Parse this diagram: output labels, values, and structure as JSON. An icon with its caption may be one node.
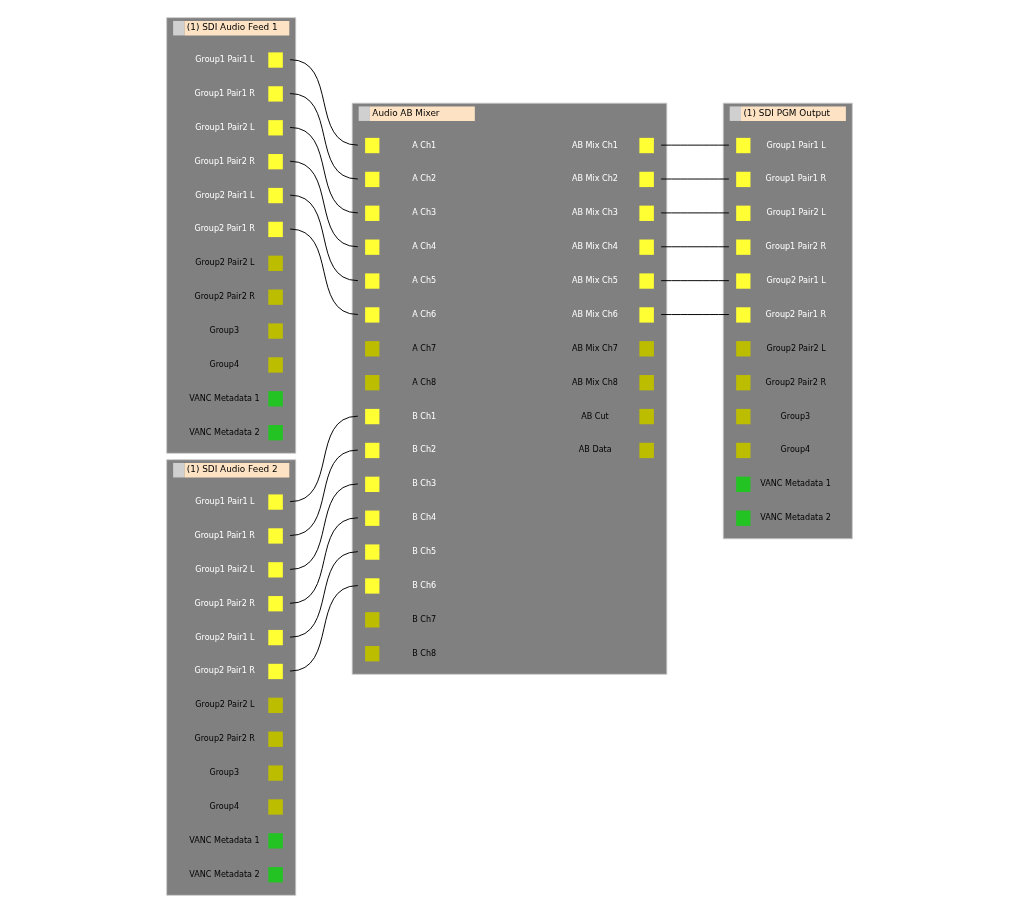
{
  "diagram": {
    "nodes": [
      {
        "text": [
          "(1) SDI Audio Feed 1"
        ]
      },
      {
        "text": [
          "Group1 Pair1 L"
        ],
        "in": 0
      },
      {
        "text": [
          "Group1 Pair1 R"
        ],
        "in": 0
      },
      {
        "text": [
          "Group1 Pair2 L"
        ],
        "in": 0
      },
      {
        "text": [
          "Group1 Pair2 R"
        ],
        "in": 0
      },
      {
        "text": [
          "Group2 Pair1 L"
        ],
        "in": 0
      },
      {
        "text": [
          "Group2 Pair1 R"
        ],
        "in": 0
      },
      {
        "text": [
          "Group2 Pair2 L"
        ],
        "in": 0
      },
      {
        "text": [
          "Group2 Pair2 R"
        ],
        "in": 0
      },
      {
        "text": [
          "Group3"
        ],
        "in": 0
      },
      {
        "text": [
          "Group4"
        ],
        "in": 0
      },
      {
        "text": [
          "VANC Metadata 1"
        ],
        "in": 0
      },
      {
        "text": [
          "VANC Metadata 2"
        ],
        "in": 0
      },
      {
        "text": [
          "(1) SDI Audio Feed 2"
        ]
      },
      {
        "text": [
          "Group1 Pair1 L"
        ],
        "in": 13
      },
      {
        "text": [
          "Group1 Pair1 R"
        ],
        "in": 13
      },
      {
        "text": [
          "Group1 Pair2 L"
        ],
        "in": 13
      },
      {
        "text": [
          "Group1 Pair2 R"
        ],
        "in": 13
      },
      {
        "text": [
          "Group2 Pair1 L"
        ],
        "in": 13
      },
      {
        "text": [
          "Group2 Pair1 R"
        ],
        "in": 13
      },
      {
        "text": [
          "Group2 Pair2 L"
        ],
        "in": 13
      },
      {
        "text": [
          "Group2 Pair2 R"
        ],
        "in": 13
      },
      {
        "text": [
          "Group3"
        ],
        "in": 13
      },
      {
        "text": [
          "Group4"
        ],
        "in": 13
      },
      {
        "text": [
          "VANC Metadata 1"
        ],
        "in": 13
      },
      {
        "text": [
          "VANC Metadata 2"
        ],
        "in": 13
      },
      {
        "text": [
          "Audio AB Mixer"
        ]
      },
      {
        "text": [
          "A Ch1"
        ],
        "in": 26
      },
      {
        "text": [
          "A Ch2"
        ],
        "in": 26
      },
      {
        "text": [
          "A Ch3"
        ],
        "in": 26
      },
      {
        "text": [
          "A Ch4"
        ],
        "in": 26
      },
      {
        "text": [
          "A Ch5"
        ],
        "in": 26
      },
      {
        "text": [
          "A Ch6"
        ],
        "in": 26
      },
      {
        "text": [
          "A Ch7"
        ],
        "in": 26
      },
      {
        "text": [
          "A Ch8"
        ],
        "in": 26
      },
      {
        "text": [
          "B Ch1"
        ],
        "in": 26
      },
      {
        "text": [
          "B Ch2"
        ],
        "in": 26
      },
      {
        "text": [
          "B Ch3"
        ],
        "in": 26
      },
      {
        "text": [
          "B Ch4"
        ],
        "in": 26
      },
      {
        "text": [
          "B Ch5"
        ],
        "in": 26
      },
      {
        "text": [
          "B Ch6"
        ],
        "in": 26
      },
      {
        "text": [
          "B Ch7"
        ],
        "in": 26
      },
      {
        "text": [
          "B Ch8"
        ],
        "in": 26
      },
      {
        "text": [
          "AB Mix Ch1"
        ],
        "in": 26
      },
      {
        "text": [
          "AB Mix Ch2"
        ],
        "in": 26
      },
      {
        "text": [
          "AB Mix Ch3"
        ],
        "in": 26
      },
      {
        "text": [
          "AB Mix Ch4"
        ],
        "in": 26
      },
      {
        "text": [
          "AB Mix Ch5"
        ],
        "in": 26
      },
      {
        "text": [
          "AB Mix Ch6"
        ],
        "in": 26
      },
      {
        "text": [
          "AB Mix Ch7"
        ],
        "in": 26
      },
      {
        "text": [
          "AB Mix Ch8"
        ],
        "in": 26
      },
      {
        "text": [
          "AB Cut"
        ],
        "in": 26
      },
      {
        "text": [
          "AB Data"
        ],
        "in": 26
      },
      {
        "text": [
          "(1) SDI PGM Output"
        ]
      },
      {
        "text": [
          "Group1 Pair1 L"
        ],
        "in": 53
      },
      {
        "text": [
          "Group1 Pair1 R"
        ],
        "in": 53
      },
      {
        "text": [
          "Group1 Pair2 L"
        ],
        "in": 53
      },
      {
        "text": [
          "Group1 Pair2 R"
        ],
        "in": 53
      },
      {
        "text": [
          "Group2 Pair1 L"
        ],
        "in": 53
      },
      {
        "text": [
          "Group2 Pair1 R"
        ],
        "in": 53
      },
      {
        "text": [
          "Group2 Pair2 L"
        ],
        "in": 53
      },
      {
        "text": [
          "Group2 Pair2 R"
        ],
        "in": 53
      },
      {
        "text": [
          "Group3"
        ],
        "in": 53
      },
      {
        "text": [
          "Group4"
        ],
        "in": 53
      },
      {
        "text": [
          "VANC Metadata 1"
        ],
        "in": 53
      },
      {
        "text": [
          "VANC Metadata 2"
        ],
        "in": 53
      }
    ],
    "edges": [
      {
        "from": 1,
        "to": 27,
        "arrow": "none"
      },
      {
        "from": 2,
        "to": 28,
        "arrow": "none"
      },
      {
        "from": 3,
        "to": 29,
        "arrow": "none"
      },
      {
        "from": 4,
        "to": 30,
        "arrow": "none"
      },
      {
        "from": 5,
        "to": 31,
        "arrow": "none"
      },
      {
        "from": 6,
        "to": 32,
        "arrow": "none"
      },
      {
        "from": 14,
        "to": 35,
        "arrow": "none"
      },
      {
        "from": 15,
        "to": 36,
        "arrow": "none"
      },
      {
        "from": 16,
        "to": 37,
        "arrow": "none"
      },
      {
        "from": 17,
        "to": 38,
        "arrow": "none"
      },
      {
        "from": 18,
        "to": 39,
        "arrow": "none"
      },
      {
        "from": 19,
        "to": 40,
        "arrow": "none"
      },
      {
        "from": 43,
        "to": 54,
        "arrow": "none"
      },
      {
        "from": 44,
        "to": 55,
        "arrow": "none"
      },
      {
        "from": 45,
        "to": 56,
        "arrow": "none"
      },
      {
        "from": 46,
        "to": 57,
        "arrow": "none"
      },
      {
        "from": 47,
        "to": 58,
        "arrow": "none"
      },
      {
        "from": 48,
        "to": 59,
        "arrow": "none"
      }
    ]
  }
}
